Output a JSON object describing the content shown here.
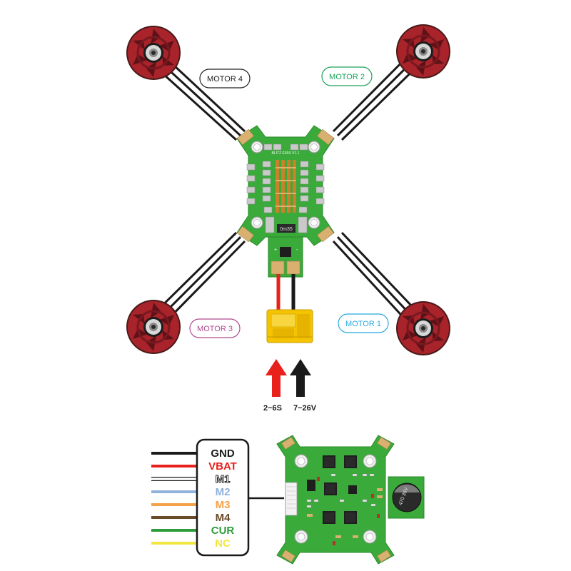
{
  "motors": [
    {
      "id": "motor1",
      "label": "MOTOR 1",
      "color": "#29a9e0"
    },
    {
      "id": "motor2",
      "label": "MOTOR 2",
      "color": "#1aa35a"
    },
    {
      "id": "motor3",
      "label": "MOTOR 3",
      "color": "#b04a8f"
    },
    {
      "id": "motor4",
      "label": "MOTOR 4",
      "color": "#222222"
    }
  ],
  "power": {
    "cells": "2~6S",
    "voltage": "7~26V",
    "pos_color": "#e8211d",
    "neg_color": "#1a1a1a"
  },
  "board": {
    "silk_text": "BLITZ E55S V1.1",
    "chip_text": "0m35",
    "capacitor_text": "470 35V",
    "pcb_color": "#3aaa3a",
    "connector_color": "#f5c400"
  },
  "pinout": [
    {
      "label": "GND",
      "wire": "#1a1a1a",
      "text": "#1a1a1a"
    },
    {
      "label": "VBAT",
      "wire": "#e8211d",
      "text": "#e8211d"
    },
    {
      "label": "M1",
      "wire": "#ffffff",
      "text": "#ffffff"
    },
    {
      "label": "M2",
      "wire": "#8fb2dc",
      "text": "#8fb2dc"
    },
    {
      "label": "M3",
      "wire": "#f4a24a",
      "text": "#f4a24a"
    },
    {
      "label": "M4",
      "wire": "#6b4a2a",
      "text": "#6b4a2a"
    },
    {
      "label": "CUR",
      "wire": "#2e9c3a",
      "text": "#2e9c3a"
    },
    {
      "label": "NC",
      "wire": "#f2e640",
      "text": "#f2e640"
    }
  ]
}
